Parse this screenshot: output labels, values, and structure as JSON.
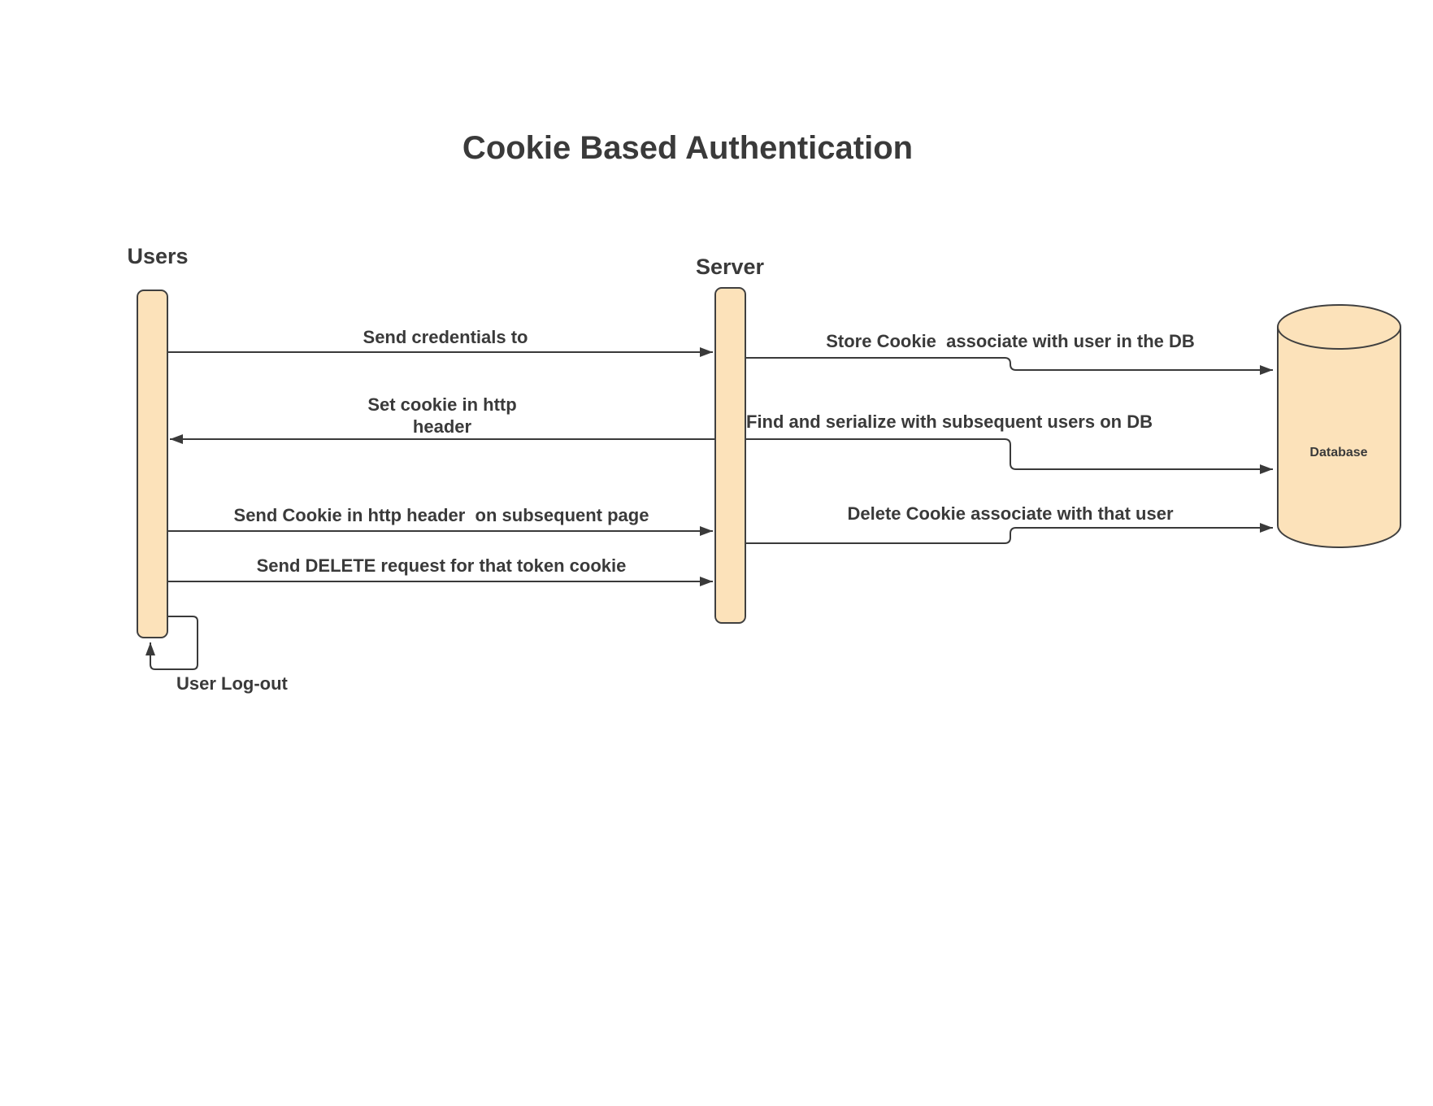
{
  "title": "Cookie Based Authentication",
  "actors": {
    "users": {
      "label": "Users"
    },
    "server": {
      "label": "Server"
    },
    "database": {
      "label": "Database"
    }
  },
  "messages": {
    "send_credentials": "Send credentials to",
    "set_cookie": "Set cookie in http\nheader",
    "send_cookie_header": "Send Cookie in http header  on subsequent page",
    "send_delete_request": "Send DELETE request for that token cookie",
    "store_cookie": "Store Cookie  associate with user in the DB",
    "find_serialize": "Find and serialize with subsequent users on DB",
    "delete_cookie": "Delete Cookie associate with that user",
    "user_logout": "User Log-out"
  },
  "colors": {
    "shape_fill": "#fce2ba",
    "shape_stroke": "#404040",
    "line": "#3a3a3a",
    "text": "#3a3a3a",
    "background": "#ffffff"
  }
}
